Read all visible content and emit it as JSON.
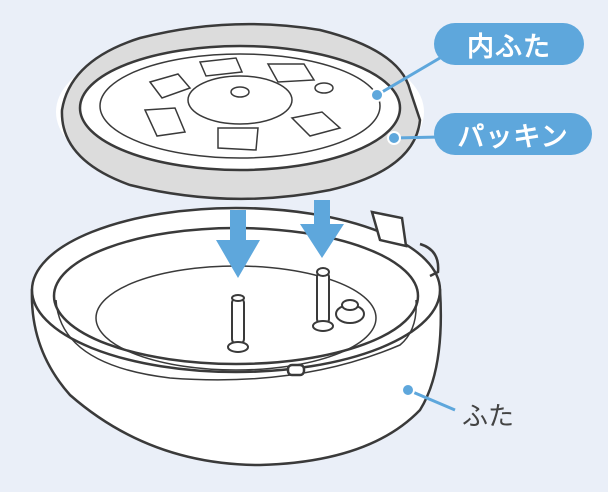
{
  "labels": {
    "inner_lid": "内ふた",
    "gasket": "パッキン",
    "lid": "ふた"
  },
  "colors": {
    "background": "#eaeff8",
    "accent": "#5ea7dc",
    "outline": "#3a3a3a"
  }
}
